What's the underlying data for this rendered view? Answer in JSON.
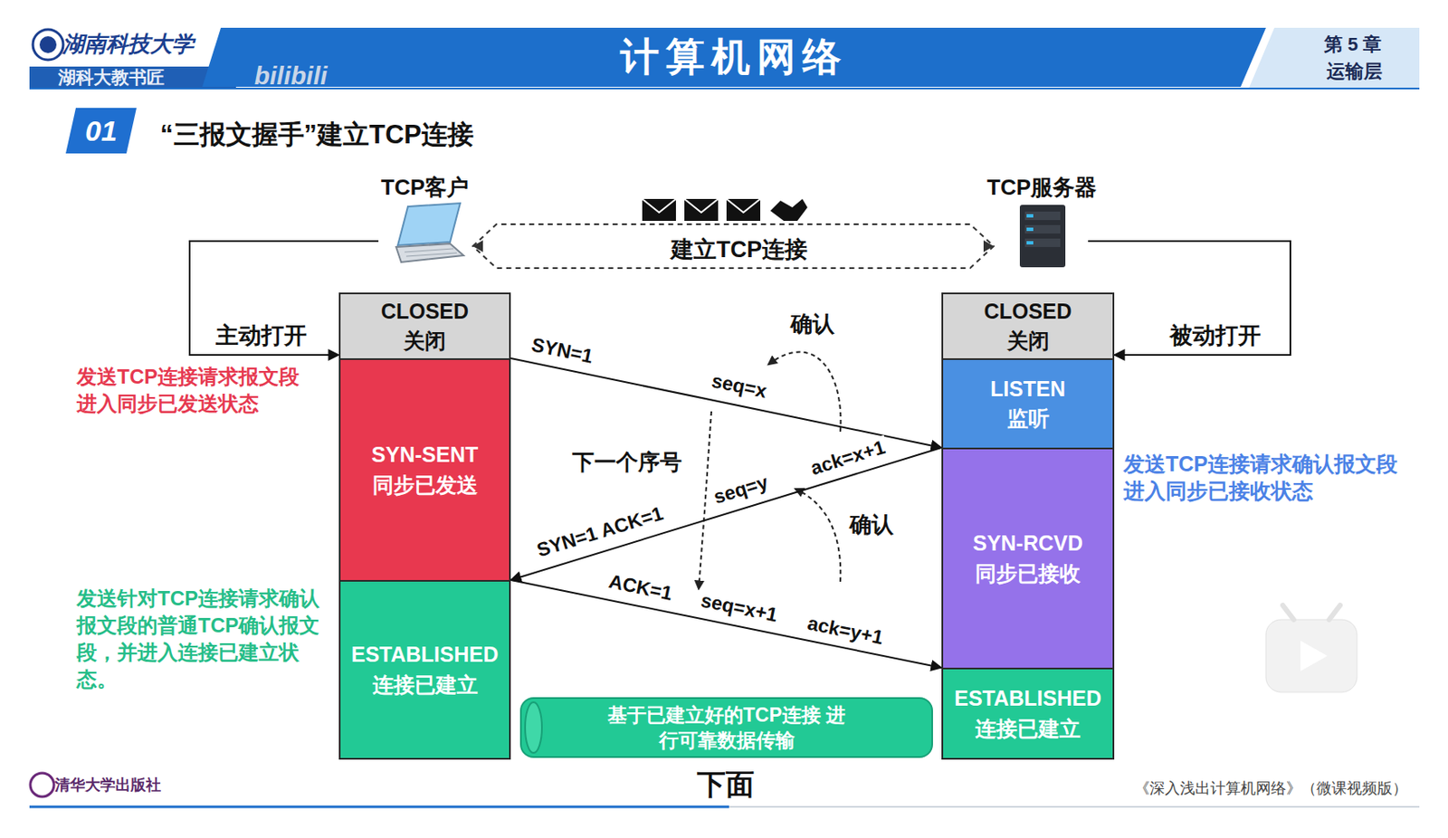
{
  "diagram": {
    "title": "“三报文握手”建立TCP连接",
    "nodes": [
      {
        "text": [
          "计算机网络"
        ]
      },
      {
        "text": [
          "01"
        ]
      },
      {
        "text": [
          "TCP客户"
        ]
      },
      {
        "text": [
          "TCP服务器"
        ]
      },
      {
        "text": [
          "CLOSED",
          "关闭"
        ]
      },
      {
        "text": [
          "SYN-SENT",
          "同步已发送"
        ]
      },
      {
        "text": [
          "ESTABLISHED",
          "连接已建立"
        ]
      },
      {
        "text": [
          "CLOSED",
          "关闭"
        ]
      },
      {
        "text": [
          "LISTEN",
          "监听"
        ]
      },
      {
        "text": [
          "SYN-RCVD",
          "同步已接收"
        ]
      },
      {
        "text": [
          "ESTABLISHED",
          "连接已建立"
        ]
      },
      {
        "text": [
          "基于已建立好的TCP连接 进行可靠数据传输"
        ]
      }
    ],
    "edges": [
      {
        "from": 2,
        "to": 3,
        "arrow": "both",
        "label": "建立TCP连接"
      },
      {
        "from": 2,
        "to": 4,
        "arrow": "to",
        "label": "主动打开"
      },
      {
        "from": 3,
        "to": 7,
        "arrow": "to",
        "label": "被动打开"
      },
      {
        "from": 5,
        "to": 9,
        "arrow": "to",
        "label": "SYN=1"
      },
      {
        "from": 9,
        "to": 6,
        "arrow": "to",
        "label": "SYN=1 ACK=1"
      },
      {
        "from": 6,
        "to": 10,
        "arrow": "to",
        "label": "ACK=1"
      }
    ],
    "labels": [
      "湖南科技大学",
      "湖科大教书匠",
      "bilibili",
      "第 5 章",
      "运输层",
      "发送TCP连接请求报文段 进入同步已发送状态",
      "发送TCP连接请求确认报文段 进入同步已接收状态",
      "发送针对TCP连接请求确认报文段的普通TCP确认报文段，并进入连接已建立状态。",
      "确认",
      "下一个序号",
      "确认",
      "seq=x",
      "ack=x+1",
      "seq=y",
      "seq=x+1",
      "ack=y+1",
      "下面",
      "清华大学出版社",
      "《深入浅出计算机网络》（微课视频版）"
    ]
  }
}
